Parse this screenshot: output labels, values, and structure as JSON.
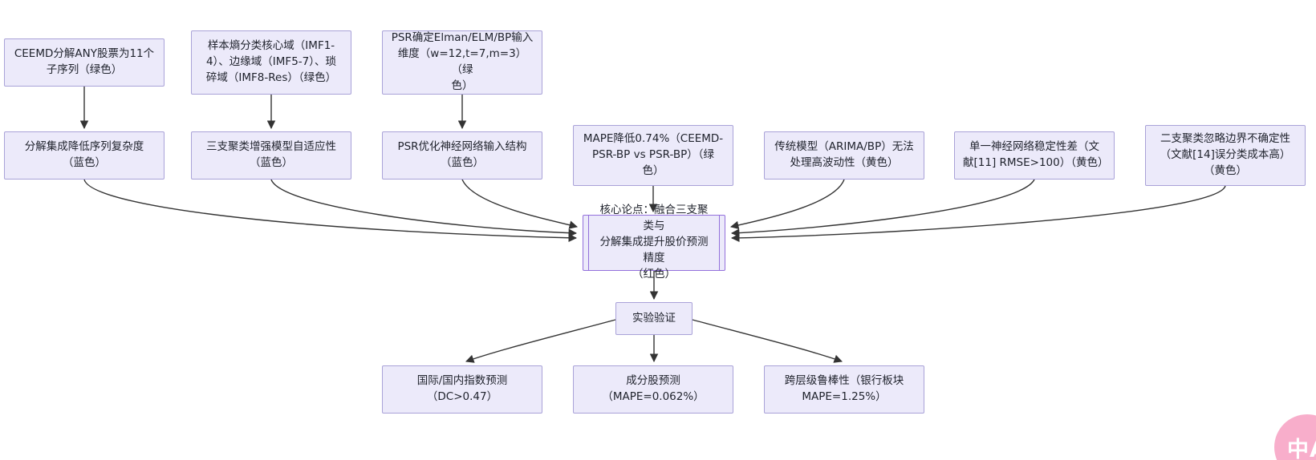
{
  "diagram": {
    "colors": {
      "background": "#ffffff",
      "node_fill": "#eceafa",
      "node_border": "#a9a2d8",
      "core_node_border": "#9370db",
      "edge": "#333333",
      "text": "#21242e",
      "translate_button": "#f8aecb"
    },
    "nodes": {
      "ceemd": {
        "label": "CEEMD分解ANY股票为11个\n子序列（绿色）"
      },
      "entropy": {
        "label": "样本熵分类核心域（IMF1-\n4）、边缘域（IMF5-7）、琐\n碎域（IMF8-Res）（绿色）"
      },
      "psr_dim": {
        "label": "PSR确定Elman/ELM/BP输入\n维度（w=12,t=7,m=3）（绿\n色）"
      },
      "decomp": {
        "label": "分解集成降低序列复杂度\n（蓝色）"
      },
      "threeway": {
        "label": "三支聚类增强模型自适应性\n（蓝色）"
      },
      "psr_opt": {
        "label": "PSR优化神经网络输入结构\n（蓝色）"
      },
      "mape": {
        "label": "MAPE降低0.74%（CEEMD-\nPSR-BP vs PSR-BP）（绿\n色）"
      },
      "traditional": {
        "label": "传统模型（ARIMA/BP）无法\n处理高波动性（黄色）"
      },
      "single_nn": {
        "label": "单一神经网络稳定性差（文\n献[11] RMSE>100）（黄色）"
      },
      "twoway": {
        "label": "二支聚类忽略边界不确定性\n（文献[14]误分类成本高）\n（黄色）"
      },
      "core": {
        "label": "核心论点：融合三支聚类与\n分解集成提升股价预测精度\n（红色）"
      },
      "validate": {
        "label": "实验验证"
      },
      "index_pred": {
        "label": "国际/国内指数预测\n（DC>0.47）"
      },
      "component": {
        "label": "成分股预测\n（MAPE=0.062%）"
      },
      "robustness": {
        "label": "跨层级鲁棒性（银行板块\nMAPE=1.25%）"
      }
    },
    "edges": [
      {
        "from": "ceemd",
        "to": "decomp"
      },
      {
        "from": "entropy",
        "to": "threeway"
      },
      {
        "from": "psr_dim",
        "to": "psr_opt"
      },
      {
        "from": "decomp",
        "to": "core"
      },
      {
        "from": "threeway",
        "to": "core"
      },
      {
        "from": "psr_opt",
        "to": "core"
      },
      {
        "from": "mape",
        "to": "core"
      },
      {
        "from": "traditional",
        "to": "core"
      },
      {
        "from": "single_nn",
        "to": "core"
      },
      {
        "from": "twoway",
        "to": "core"
      },
      {
        "from": "core",
        "to": "validate"
      },
      {
        "from": "validate",
        "to": "index_pred"
      },
      {
        "from": "validate",
        "to": "component"
      },
      {
        "from": "validate",
        "to": "robustness"
      }
    ]
  },
  "translate_widget": {
    "label": "中A"
  }
}
